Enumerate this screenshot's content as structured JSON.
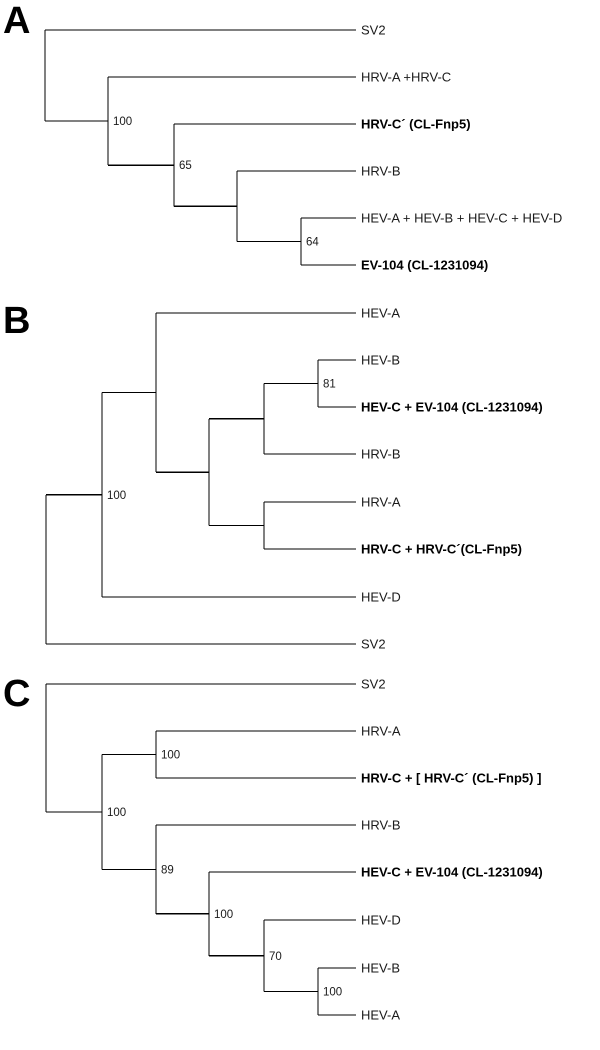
{
  "panels": [
    {
      "label": "A",
      "nodes": {
        "r": {
          "children": [
            "l1",
            "n1"
          ]
        },
        "l1": {
          "leaf": true,
          "label": "SV2"
        },
        "n1": {
          "children": [
            "l2",
            "n2"
          ],
          "support": "100"
        },
        "l2": {
          "leaf": true,
          "label": "HRV-A +HRV-C"
        },
        "n2": {
          "children": [
            "l3",
            "n3"
          ],
          "support": "65"
        },
        "l3": {
          "leaf": true,
          "label": "HRV-C´ (CL-Fnp5)",
          "bold": true
        },
        "n3": {
          "children": [
            "l4",
            "n4"
          ]
        },
        "l4": {
          "leaf": true,
          "label": "HRV-B"
        },
        "n4": {
          "children": [
            "l5",
            "l6"
          ],
          "support": "64"
        },
        "l5": {
          "leaf": true,
          "label": "HEV-A + HEV-B + HEV-C + HEV-D"
        },
        "l6": {
          "leaf": true,
          "label": "EV-104 (CL-1231094)",
          "bold": true
        }
      }
    },
    {
      "label": "B",
      "nodes": {
        "r": {
          "children": [
            "n1",
            "l9"
          ]
        },
        "n1": {
          "children": [
            "n2",
            "l8"
          ],
          "support": "100"
        },
        "n2": {
          "children": [
            "l1",
            "n3"
          ]
        },
        "l1": {
          "leaf": true,
          "label": "HEV-A"
        },
        "n3": {
          "children": [
            "n4",
            "n6"
          ]
        },
        "n4": {
          "children": [
            "n5",
            "l4"
          ]
        },
        "n5": {
          "children": [
            "l2",
            "l3"
          ],
          "support": "81"
        },
        "l2": {
          "leaf": true,
          "label": "HEV-B"
        },
        "l3": {
          "leaf": true,
          "label": "HEV-C + EV-104 (CL-1231094)",
          "bold": true
        },
        "l4": {
          "leaf": true,
          "label": "HRV-B"
        },
        "n6": {
          "children": [
            "l5",
            "l6"
          ]
        },
        "l5": {
          "leaf": true,
          "label": "HRV-A"
        },
        "l6": {
          "leaf": true,
          "label": "HRV-C + HRV-C´(CL-Fnp5)",
          "bold": true
        },
        "l8": {
          "leaf": true,
          "label": "HEV-D"
        },
        "l9": {
          "leaf": true,
          "label": "SV2"
        }
      }
    },
    {
      "label": "C",
      "nodes": {
        "r": {
          "children": [
            "l1",
            "n1"
          ]
        },
        "l1": {
          "leaf": true,
          "label": "SV2"
        },
        "n1": {
          "children": [
            "n2",
            "n3"
          ],
          "support": "100"
        },
        "n2": {
          "children": [
            "l2",
            "l3"
          ],
          "support": "100"
        },
        "l2": {
          "leaf": true,
          "label": "HRV-A"
        },
        "l3": {
          "leaf": true,
          "label": "HRV-C + [ HRV-C´ (CL-Fnp5) ]",
          "bold": true
        },
        "n3": {
          "children": [
            "l4",
            "n4"
          ],
          "support": "89"
        },
        "l4": {
          "leaf": true,
          "label": "HRV-B"
        },
        "n4": {
          "children": [
            "l5",
            "n5"
          ],
          "support": "100"
        },
        "l5": {
          "leaf": true,
          "label": "HEV-C + EV-104 (CL-1231094)",
          "bold": true
        },
        "n5": {
          "children": [
            "l6",
            "n6"
          ],
          "support": "70"
        },
        "l6": {
          "leaf": true,
          "label": "HEV-D"
        },
        "n6": {
          "children": [
            "l7",
            "l8"
          ],
          "support": "100"
        },
        "l7": {
          "leaf": true,
          "label": "HEV-B"
        },
        "l8": {
          "leaf": true,
          "label": "HEV-A"
        }
      }
    }
  ]
}
